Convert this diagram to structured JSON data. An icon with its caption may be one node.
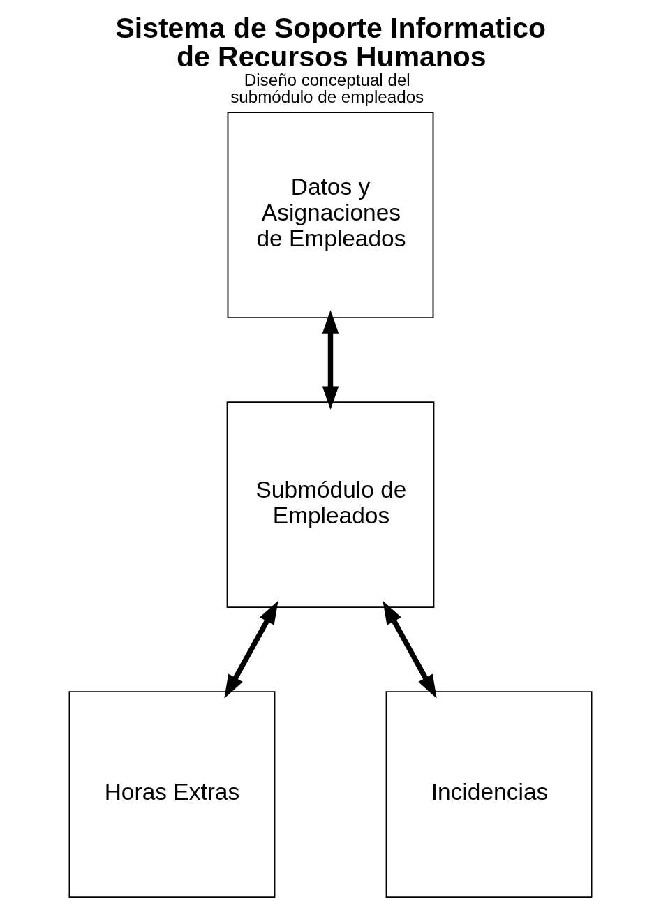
{
  "diagram": {
    "title": "Sistema de Soporte Informatico de Recursos Humanos",
    "caption": "Diseño conceptual del submódulo de empleados",
    "nodes": [
      {
        "text": [
          "Datos y Asignaciones de Empleados"
        ]
      },
      {
        "text": [
          "Submódulo de Empleados"
        ]
      },
      {
        "text": [
          "Horas Extras"
        ]
      },
      {
        "text": [
          "Incidencias"
        ]
      }
    ],
    "edges": [
      {
        "from": 0,
        "to": 1,
        "arrow": "both"
      },
      {
        "from": 1,
        "to": 2,
        "arrow": "both"
      },
      {
        "from": 1,
        "to": 3,
        "arrow": "both"
      }
    ]
  }
}
